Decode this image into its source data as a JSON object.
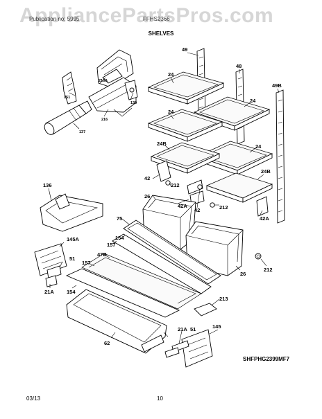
{
  "watermark": "AppliancePartsPros.com",
  "header": {
    "left": "Publication no: 5995",
    "right": "FFHS2366"
  },
  "section_title": "SHELVES",
  "model_id": "SHFPHG2399MF7",
  "footer": {
    "date": "03/13",
    "page": "10"
  },
  "callouts": {
    "c49": "49",
    "c48": "48",
    "c49B": "49B",
    "c24a": "24",
    "c24b": "24",
    "c24c": "24",
    "c24d": "24",
    "c24B_a": "24B",
    "c24B_b": "24B",
    "c151": "151",
    "c216A": "216A",
    "c139": "139",
    "c216": "216",
    "c137": "137",
    "c136": "136",
    "c42a": "42",
    "c42b": "42",
    "c42A_a": "42A",
    "c42A_b": "42A",
    "c212a": "212",
    "c212b": "212",
    "c212c": "212",
    "c26a": "26",
    "c26b": "26",
    "c75": "75",
    "c154a": "154",
    "c157a": "157",
    "c47B": "47B",
    "c145A": "145A",
    "c51a": "51",
    "c157b": "157",
    "c21Aa": "21A",
    "c154b": "154",
    "c213": "213",
    "c62": "62",
    "c21Ab": "21A",
    "c51b": "51",
    "c145": "145"
  }
}
